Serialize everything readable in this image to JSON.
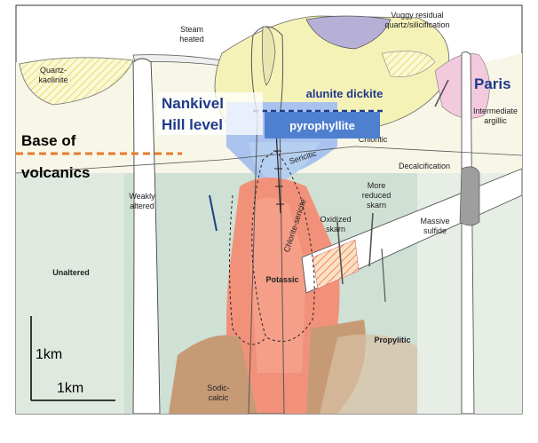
{
  "diagram": {
    "zone_labels": {
      "steam_heated": [
        "Steam",
        "heated"
      ],
      "vuggy": [
        "Vuggy residual",
        "quartz/silicification"
      ],
      "quartz_kaolinite": [
        "Quartz-",
        "kaolinite"
      ],
      "intermediate_argillic": [
        "Intermediate",
        "argillic"
      ],
      "chloritic": "Chloritic",
      "sericitic": "Sericitic",
      "decalcification": "Decalcification",
      "weakly_altered": [
        "Weakly",
        "altered"
      ],
      "more_reduced_skarn": [
        "More",
        "reduced",
        "skarn"
      ],
      "oxidized_skarn": [
        "Oxidized",
        "skarn"
      ],
      "massive_sulfide": [
        "Massive",
        "sulfide"
      ],
      "chlorite_sericite": "Chlorite-sericite",
      "unaltered": "Unaltered",
      "potassic": "Potassic",
      "propylitic": "Propylitic",
      "sodic_calcic": [
        "Sodic-",
        "calcic"
      ]
    },
    "overlay": {
      "paris": "Paris",
      "alunite_dickite": "alunite dickite",
      "nankivel": [
        "Nankivel",
        "Hill level"
      ],
      "pyrophyllite": "pyrophyllite",
      "base_of_volcanics": [
        "Base of",
        "volcanics"
      ],
      "scale_vertical": "1km",
      "scale_horizontal": "1km"
    },
    "colors": {
      "navy": "#1f3a8a",
      "pyrophyllite_box": "#4f7fcf",
      "alunite_zone": "#f5f2b8",
      "argillic_pink": "#f3c9dd",
      "propylitic": "#cfe0d4",
      "potassic": "#f2917a",
      "sodic_calcic": "#c79a76",
      "base_line": "#e57a2e",
      "vuggy": "#b7b0d6"
    }
  }
}
